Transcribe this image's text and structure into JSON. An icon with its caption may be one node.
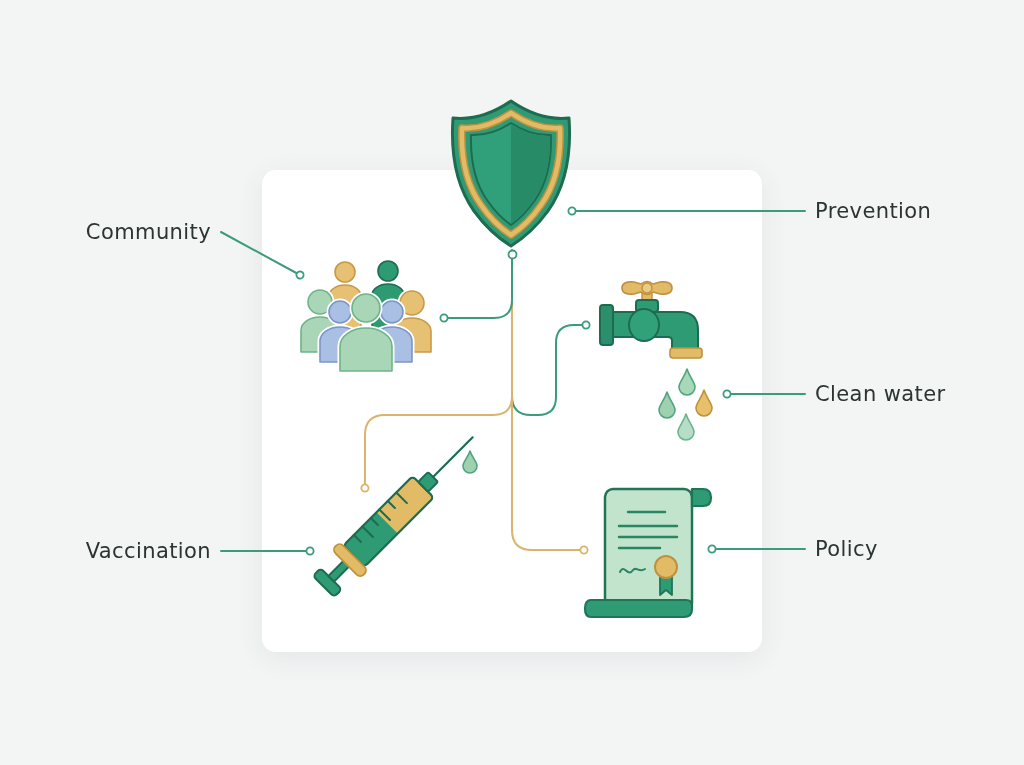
{
  "diagram": {
    "nodes": [
      {
        "text": [
          "Community"
        ]
      },
      {
        "text": [
          "Prevention"
        ]
      },
      {
        "text": [
          "Clean water"
        ]
      },
      {
        "text": [
          "Vaccination"
        ]
      },
      {
        "text": [
          "Policy"
        ]
      },
      {
        "text": [],
        "shape": "picture"
      },
      {
        "text": [],
        "shape": "picture"
      },
      {
        "text": [],
        "shape": "picture"
      },
      {
        "text": [],
        "shape": "picture"
      },
      {
        "text": [],
        "shape": "picture"
      }
    ],
    "edges": [
      {
        "from": 0,
        "to": 6,
        "arrow": "other"
      },
      {
        "from": 1,
        "to": 5,
        "arrow": "other"
      },
      {
        "from": 2,
        "to": 7,
        "arrow": "other"
      },
      {
        "from": 3,
        "to": 8,
        "arrow": "other"
      },
      {
        "from": 4,
        "to": 9,
        "arrow": "other"
      },
      {
        "from": 5,
        "to": 6,
        "arrow": "other"
      },
      {
        "from": 5,
        "to": 7,
        "arrow": "other"
      },
      {
        "from": 5,
        "to": 8,
        "arrow": "other",
        "color": "#d9b46c"
      },
      {
        "from": 5,
        "to": 9,
        "arrow": "other",
        "color": "#d9b46c"
      }
    ]
  }
}
